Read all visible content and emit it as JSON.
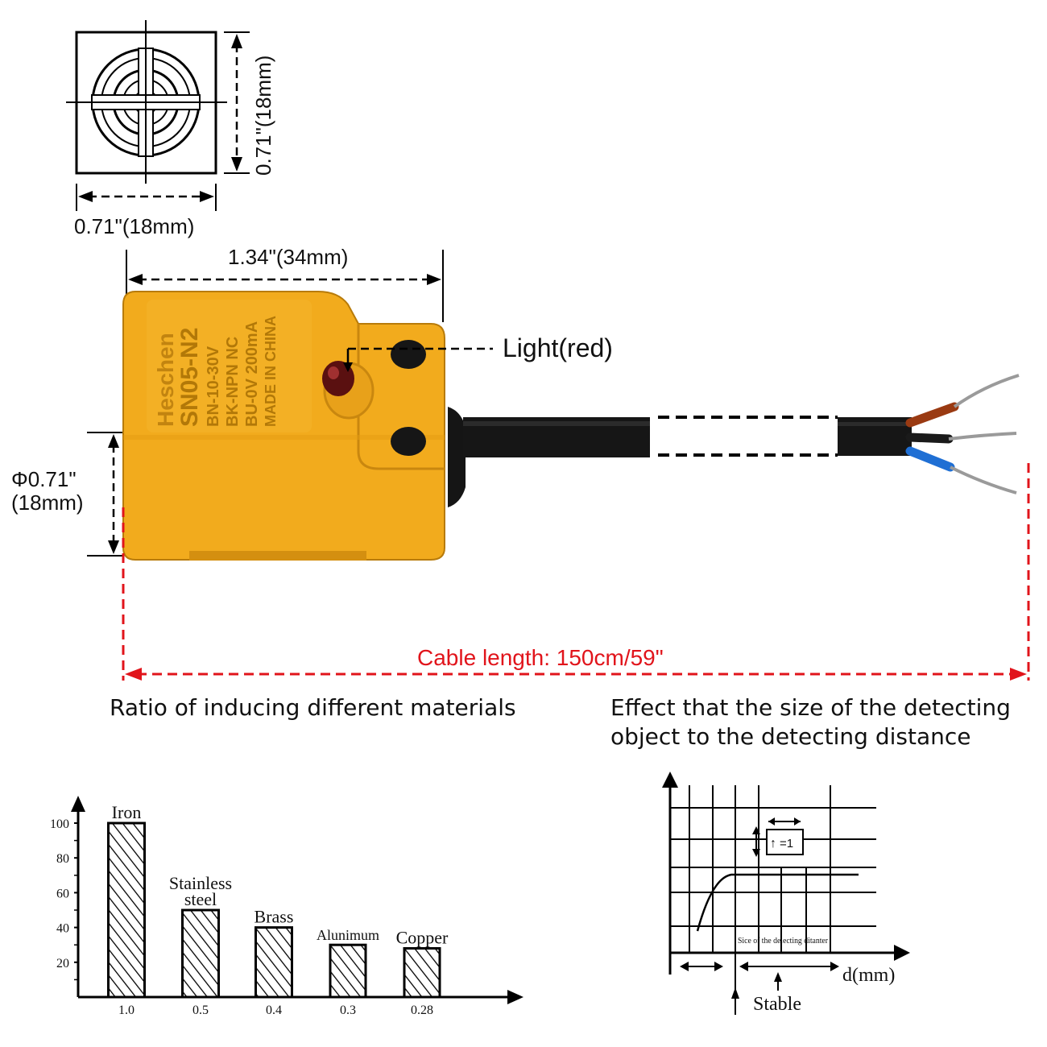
{
  "top_dimensions": {
    "height": "0.71\"(18mm)",
    "width": "0.71\"(18mm)",
    "length": "1.34\"(34mm)",
    "diameter_line1": "Φ0.71\"",
    "diameter_line2": "(18mm)",
    "light": "Light(red)",
    "cable": "Cable length: 150cm/59\""
  },
  "sensor_label": {
    "brand": "Heschen",
    "model": "SN05-N2",
    "line1": "BN-10-30V",
    "line2": "BK-NPN NC",
    "line3": "BU-0V 200mA",
    "line4": "MADE IN CHINA"
  },
  "colors": {
    "body": "#f2ab1d",
    "cable": "#111111",
    "accent_red": "#e1141b",
    "wire_brown": "#9a3a12",
    "wire_blue": "#1f6fd4"
  },
  "section_titles": {
    "left": "Ratio of inducing different materials",
    "right_line1": "Effect that the size of the detecting",
    "right_line2": "object to the detecting distance"
  },
  "chart_data": [
    {
      "type": "bar",
      "categories": [
        "Iron",
        "Stainless steel",
        "Brass",
        "Alunimum",
        "Copper"
      ],
      "x_labels": [
        "1.0",
        "0.5",
        "0.4",
        "0.3",
        "0.28"
      ],
      "values": [
        100,
        50,
        40,
        30,
        28
      ],
      "yticks": [
        "100",
        "80",
        "60",
        "40",
        "20"
      ],
      "ylim": [
        0,
        100
      ]
    },
    {
      "type": "line",
      "xlabel": "d(mm)",
      "annotation_box": "=1",
      "curve_label": "Sice of the delecting ditanter",
      "stable_label": "Stable"
    }
  ]
}
